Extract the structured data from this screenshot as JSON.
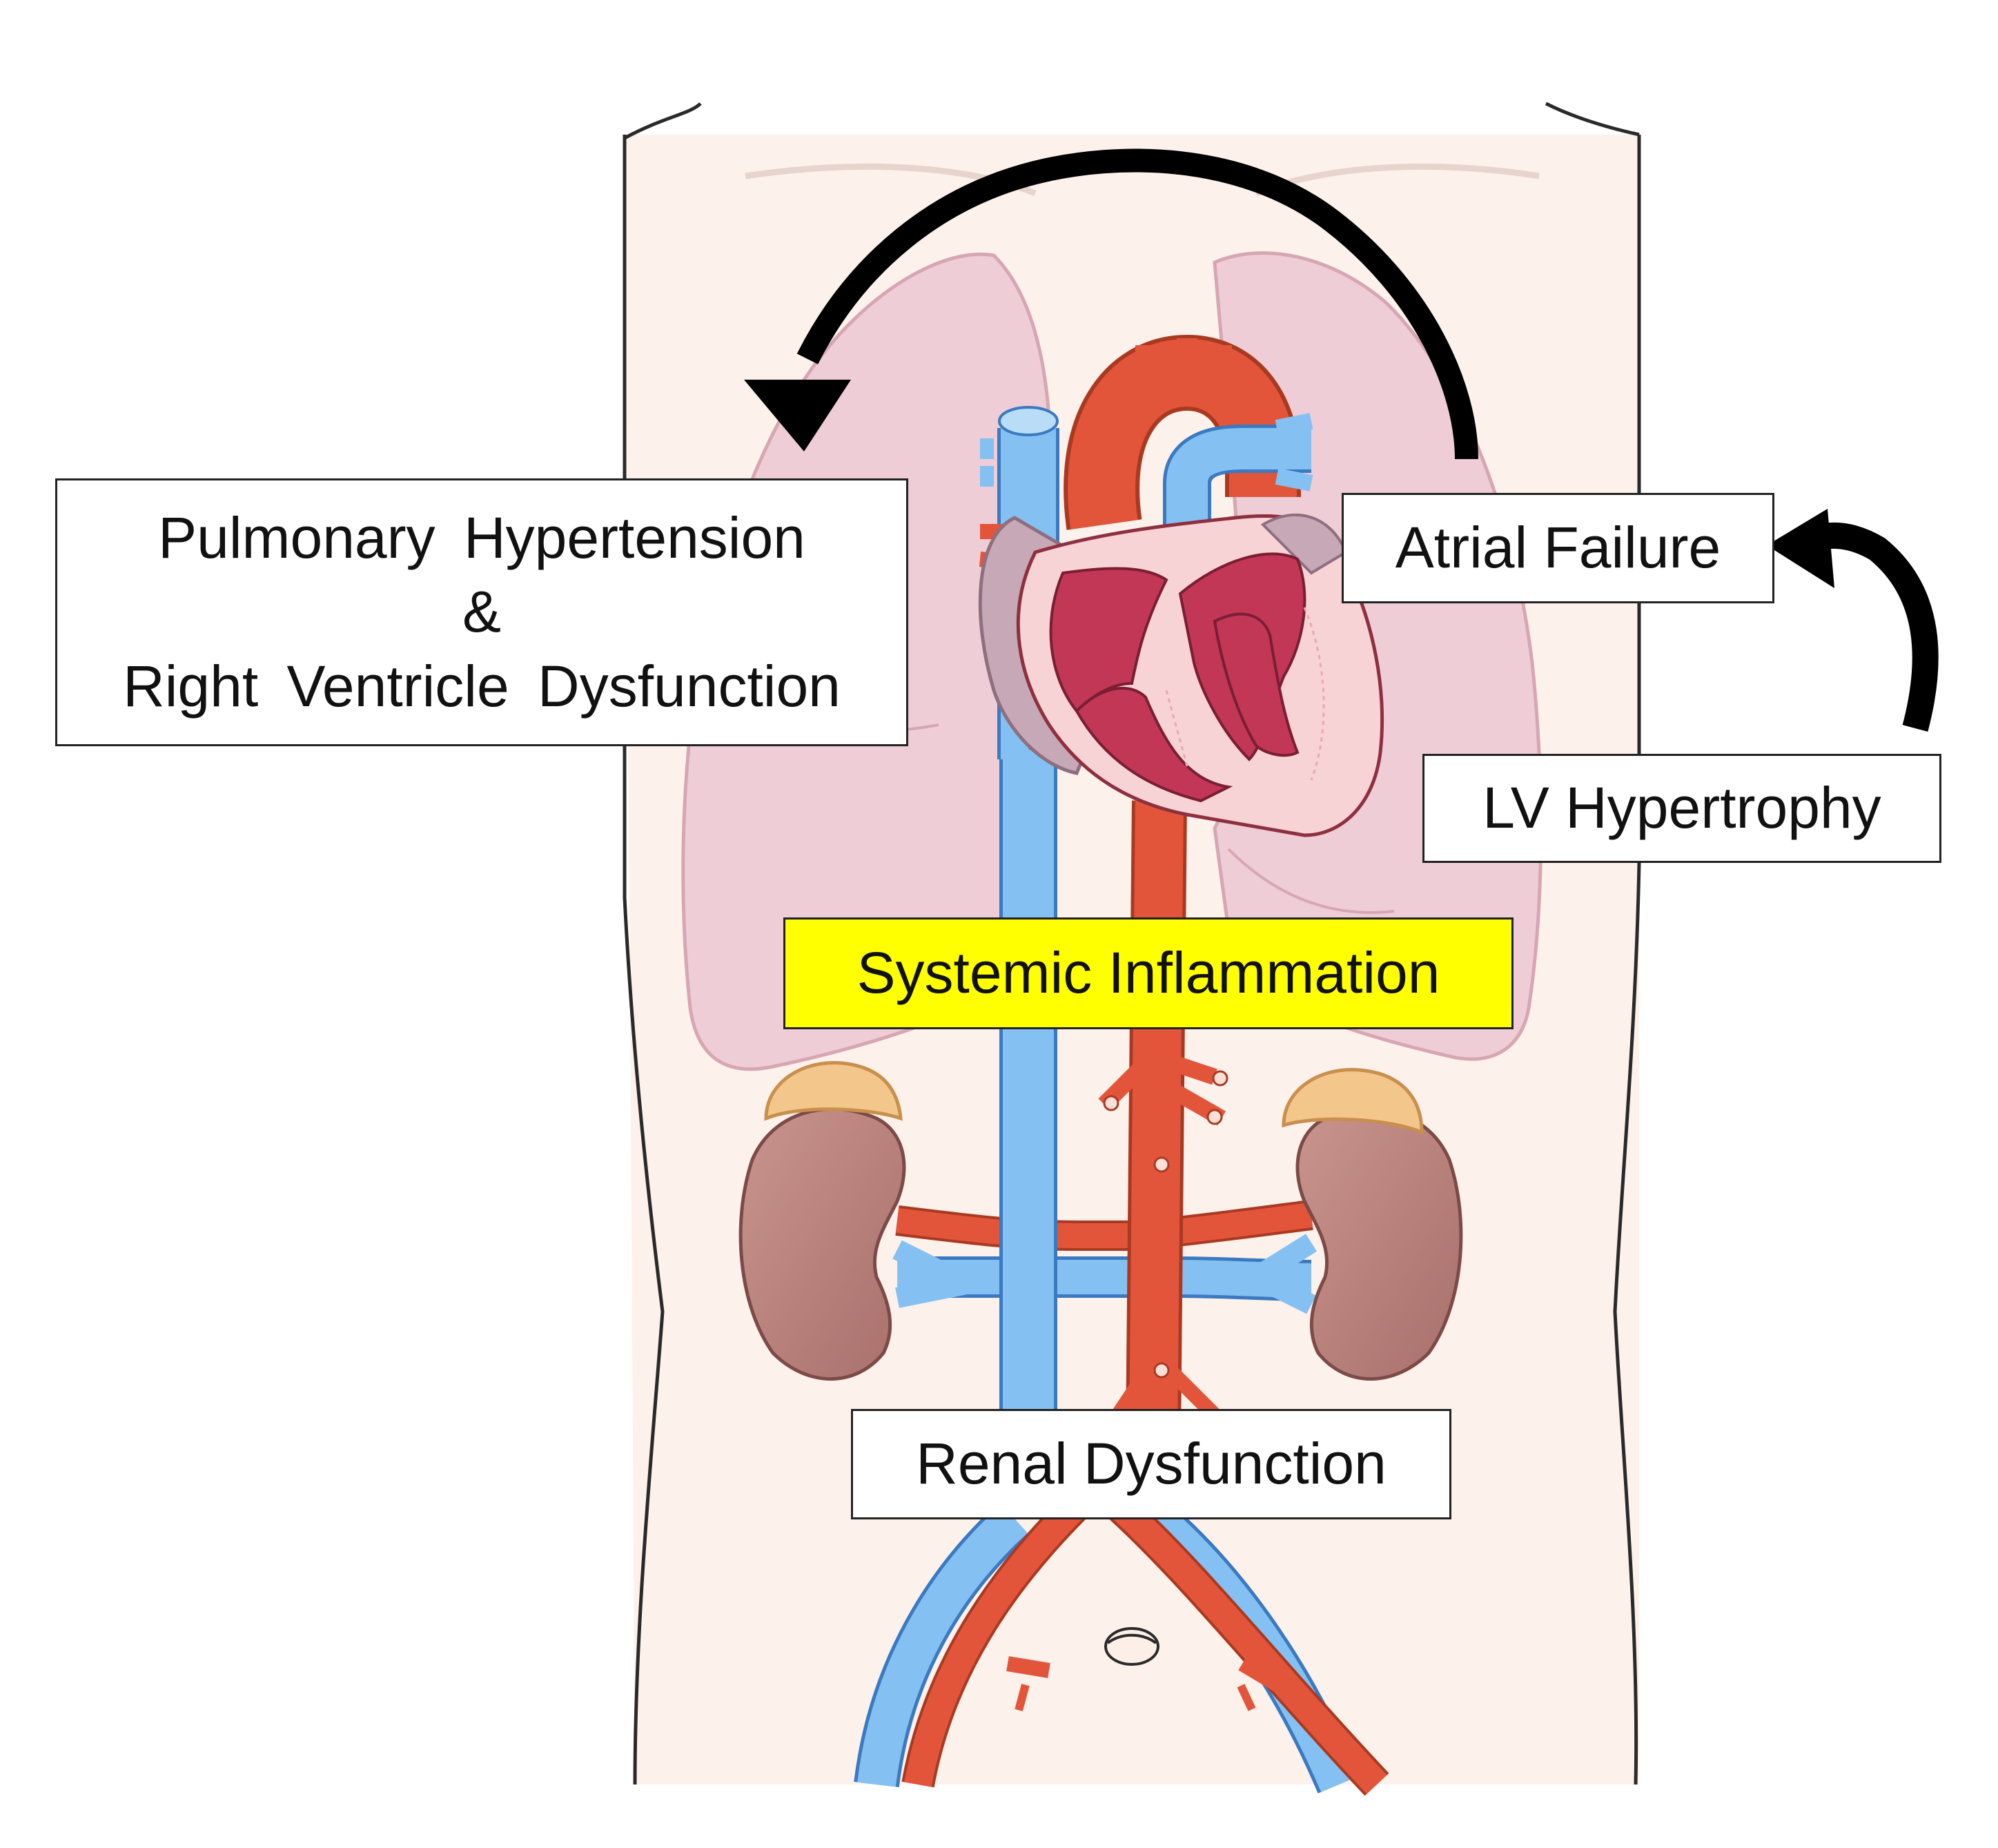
{
  "labels": {
    "pulmonary_line1": "Pulmonary Hypertension",
    "pulmonary_line2": "&",
    "pulmonary_line3": "Right Ventricle Dysfunction",
    "atrial_failure": "Atrial Failure",
    "lv_hypertrophy": "LV Hypertrophy",
    "systemic_inflammation": "Systemic Inflammation",
    "renal_dysfunction": "Renal Dysfunction"
  },
  "colors": {
    "body_fill": "#fdf1ec",
    "body_outline": "#2a2a2a",
    "lung_fill": "#efcdd6",
    "lung_outline": "#d7a6b3",
    "artery": "#e2553a",
    "vein": "#84c1f2",
    "heart_muscle": "#f7d3d6",
    "heart_chamber": "#c23656",
    "kidney": "#bf8782",
    "adrenal": "#f3c68c",
    "arrow": "#000000",
    "highlight": "#ffff00",
    "box_border": "#222222"
  }
}
